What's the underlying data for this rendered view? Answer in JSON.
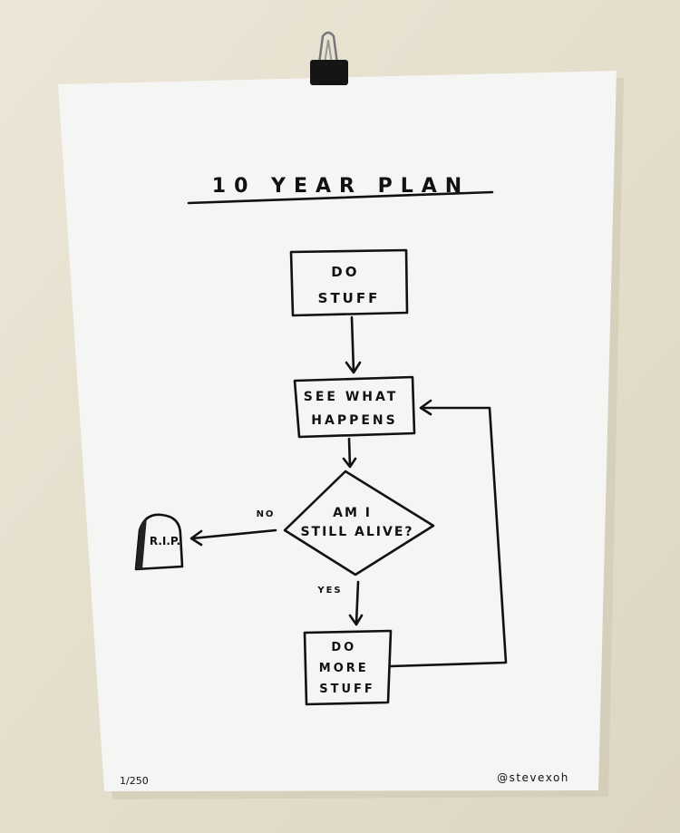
{
  "poster": {
    "title": "10 YEAR PLAN",
    "nodes": {
      "start": [
        "DO",
        "STUFF"
      ],
      "observe": [
        "SEE WHAT",
        "HAPPENS"
      ],
      "decision": [
        "AM I",
        "STILL ALIVE?"
      ],
      "end": "R.I.P.",
      "loop": [
        "DO",
        "MORE",
        "STUFF"
      ]
    },
    "edge_labels": {
      "no": "NO",
      "yes": "YES"
    },
    "edition": "1/250",
    "signature": "@stevexoh"
  },
  "colors": {
    "wall": "#e6e0cf",
    "paper": "#f5f5f3",
    "ink": "#111111"
  }
}
